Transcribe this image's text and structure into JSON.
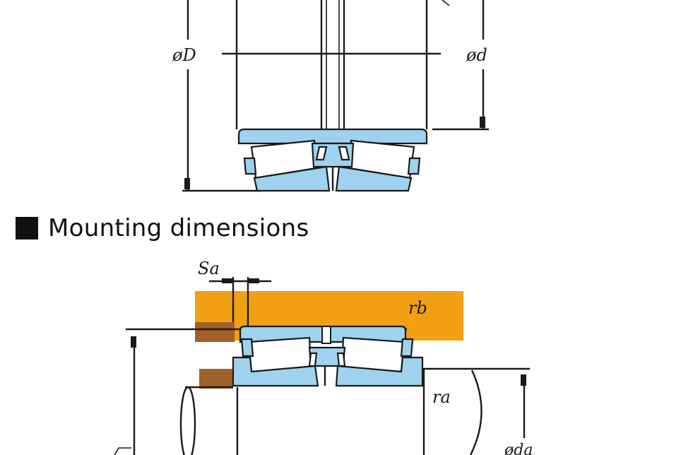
{
  "section": {
    "title": "Mounting dimensions"
  },
  "labels": {
    "outer_diameter": "øD",
    "bore_diameter": "ød",
    "abutment_spacing": "Sa",
    "housing_fillet": "rb",
    "shaft_fillet": "ra",
    "shaft_abutment": "øda"
  },
  "colors": {
    "bearing": "#9fd2ef",
    "housing": "#f2a013",
    "spacer": "#a0602a"
  },
  "icons": {
    "section_marker": "black-square-icon"
  }
}
